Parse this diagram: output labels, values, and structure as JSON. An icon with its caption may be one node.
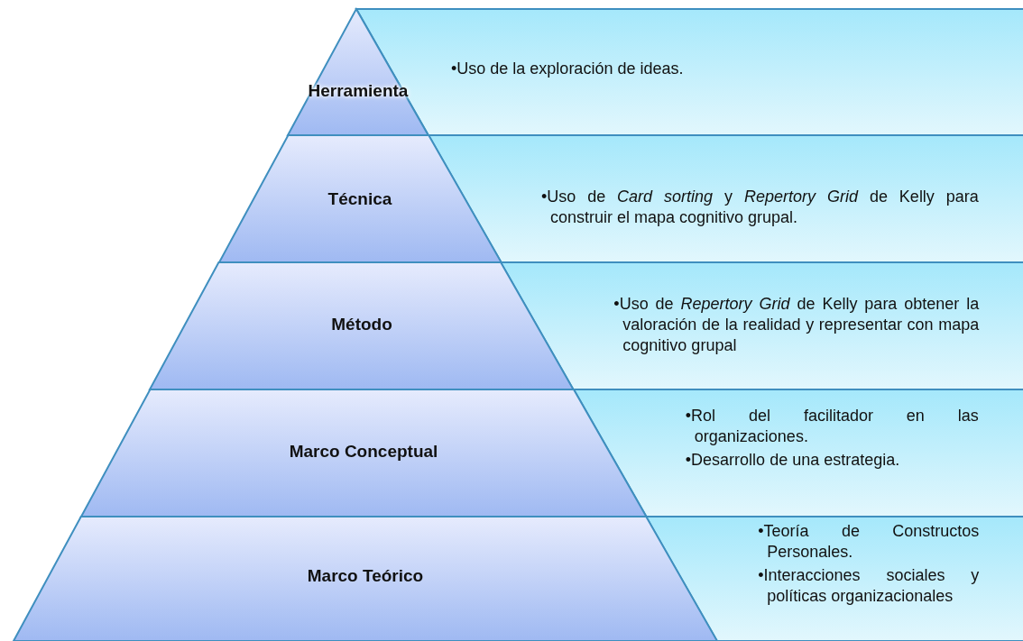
{
  "diagram": {
    "nodes": [
      {
        "text": [
          "Herramienta"
        ]
      },
      {
        "text": [
          "•Uso de la exploración de ideas."
        ]
      },
      {
        "text": [
          "Técnica"
        ]
      },
      {
        "text": [
          "•Uso de *Card sorting* y *Repertory Grid* de Kelly para construir el mapa cognitivo grupal."
        ]
      },
      {
        "text": [
          "Método"
        ]
      },
      {
        "text": [
          "•Uso de *Repertory Grid* de Kelly para obtener la valoración de la realidad y representar con mapa cognitivo grupal"
        ]
      },
      {
        "text": [
          "Marco Conceptual"
        ]
      },
      {
        "text": [
          "•Rol del facilitador en las organizaciones.",
          "•Desarrollo de una estrategia."
        ]
      },
      {
        "text": [
          "Marco Teórico"
        ]
      },
      {
        "text": [
          "•Teoría de Constructos Personales.",
          "•Interacciones sociales y políticas organizacionales"
        ]
      }
    ]
  }
}
